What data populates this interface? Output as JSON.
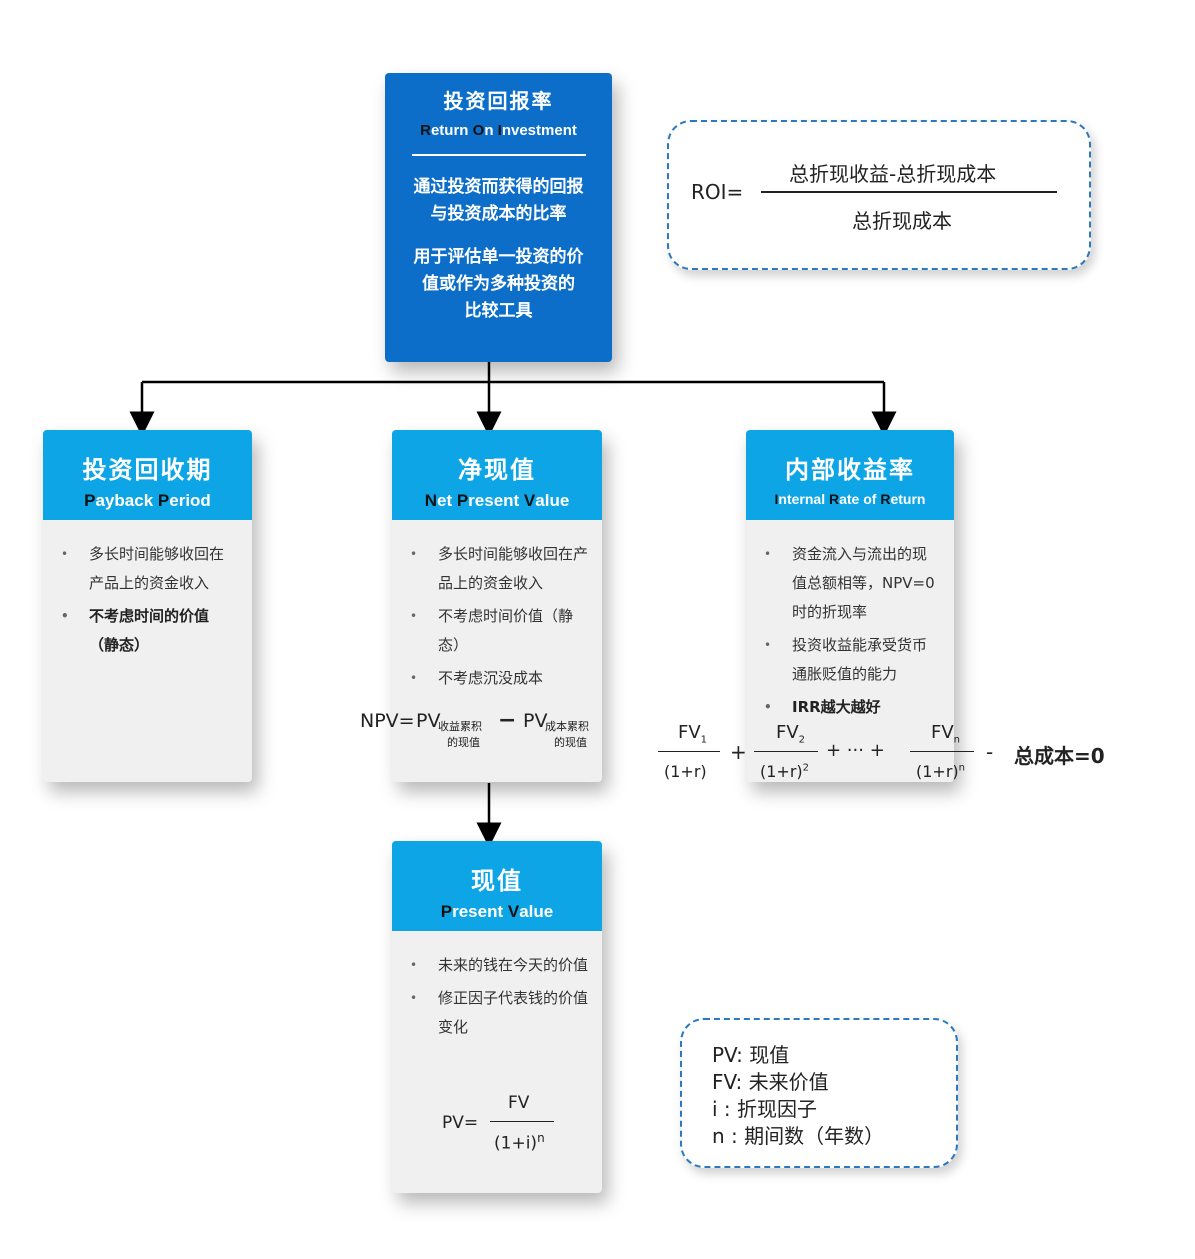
{
  "roi_card": {
    "title": "投资回报率",
    "subtitle_parts": [
      "R",
      "eturn ",
      "O",
      "n ",
      "I",
      "nvestment"
    ],
    "desc1_line1": "通过投资而获得的回报",
    "desc1_line2": "与投资成本的比率",
    "desc2_line1": "用于评估单一投资的价",
    "desc2_line2": "值或作为多种投资的",
    "desc2_line3": "比较工具"
  },
  "roi_formula": {
    "lhs": "ROI=",
    "numerator": "总折现收益-总折现成本",
    "denominator": "总折现成本"
  },
  "payback": {
    "title": "投资回收期",
    "subtitle_parts": [
      "P",
      "ayback ",
      "P",
      "eriod"
    ],
    "bullets": [
      {
        "text": "多长时间能够收回在产品上的资金收入"
      },
      {
        "text": "不考虑时间的价值（静态）"
      }
    ]
  },
  "npv": {
    "title": "净现值",
    "subtitle_parts": [
      "N",
      "et ",
      "P",
      "resent ",
      "V",
      "alue"
    ],
    "bullets": [
      {
        "text": "多长时间能够收回在产品上的资金收入"
      },
      {
        "text": "不考虑时间价值（静态）"
      },
      {
        "text": "不考虑沉没成本"
      }
    ],
    "formula": {
      "lhs": "NPV=",
      "pv": "PV",
      "sub1_line1": "收益累积",
      "sub1_line2": "的现值",
      "minus": "−",
      "sub2_line1": "成本累积",
      "sub2_line2": "的现值"
    }
  },
  "irr": {
    "title": "内部收益率",
    "subtitle_parts": [
      "I",
      "nternal ",
      "R",
      "ate of ",
      "R",
      "eturn"
    ],
    "bullets": [
      {
        "text": "资金流入与流出的现值总额相等，NPV=0时的折现率"
      },
      {
        "text": "投资收益能承受货币通胀贬值的能力"
      },
      {
        "text": "IRR越大越好"
      }
    ],
    "formula": {
      "t1_num": "FV",
      "t1_num_sub": "1",
      "t1_den": "(1+r)",
      "plus1": "+",
      "t2_num": "FV",
      "t2_num_sub": "2",
      "t2_den": "(1+r)",
      "t2_den_sup": "2",
      "plus2": "+ ··· +",
      "tn_num": "FV",
      "tn_num_sub": "n",
      "tn_den": "(1+r)",
      "tn_den_sup": "n",
      "minus": "-",
      "tail": "总成本=0"
    }
  },
  "pv": {
    "title": "现值",
    "subtitle_parts": [
      "P",
      "resent ",
      "V",
      "alue"
    ],
    "bullets": [
      {
        "text": "未来的钱在今天的价值"
      },
      {
        "text": "修正因子代表钱的价值变化"
      }
    ],
    "formula": {
      "lhs": "PV=",
      "numerator": "FV",
      "denominator": "(1+i)",
      "sup": "n"
    }
  },
  "legend": {
    "line1": "PV: 现值",
    "line2": "FV: 未来价值",
    "line3": "i : 折现因子",
    "line4": "n : 期间数（年数）"
  },
  "colors": {
    "top_card": "#0c6ec8",
    "card_header": "#0ea5e6",
    "card_body": "#f0f0f1",
    "dashed_border": "#2b79c2"
  }
}
